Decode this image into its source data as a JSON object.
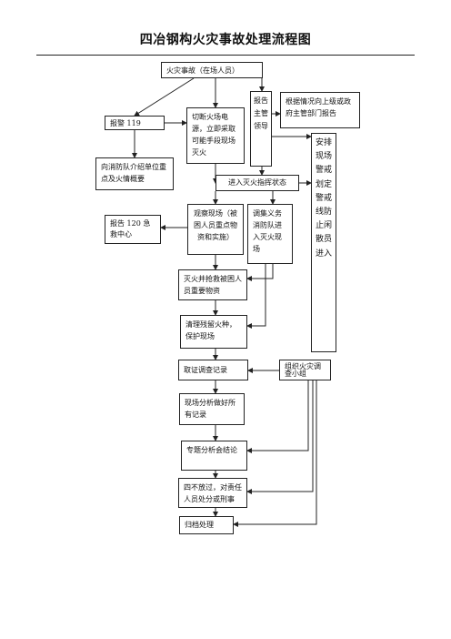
{
  "title": "四冶钢构火灾事故处理流程图",
  "nodes": {
    "fire": "火灾事故（在场人员）",
    "call119": "报警 119",
    "cut_power": "切断火场电源，立即采取可能手段现场灭火",
    "report_leader": "报告主管领导",
    "report_gov": "根据情况向上级或政府主管部门报告",
    "arrange_guard": "安排现场警戒划定警戒线防止闲散员进入",
    "brief_firefighters": "向消防队介绍单位重点及火情概要",
    "command_state": "进入灭火指挥状态",
    "call120": "报告 120 急救中心",
    "observe": "观察现场（被困人员重点物资和实施）",
    "mobilize": "调集义务消防队进入灭火现场",
    "rescue": "灭火并抢救被困人员重要物资",
    "clear": "清理残留火种，保护现场",
    "evidence": "取证调查记录",
    "team": "组织火灾调查小组",
    "analysis": "现场分析做好所有记录",
    "conclusion": "专题分析会结论",
    "four_no": "四不放过，对责任人员处分或刑事",
    "archive": "归档处理"
  }
}
